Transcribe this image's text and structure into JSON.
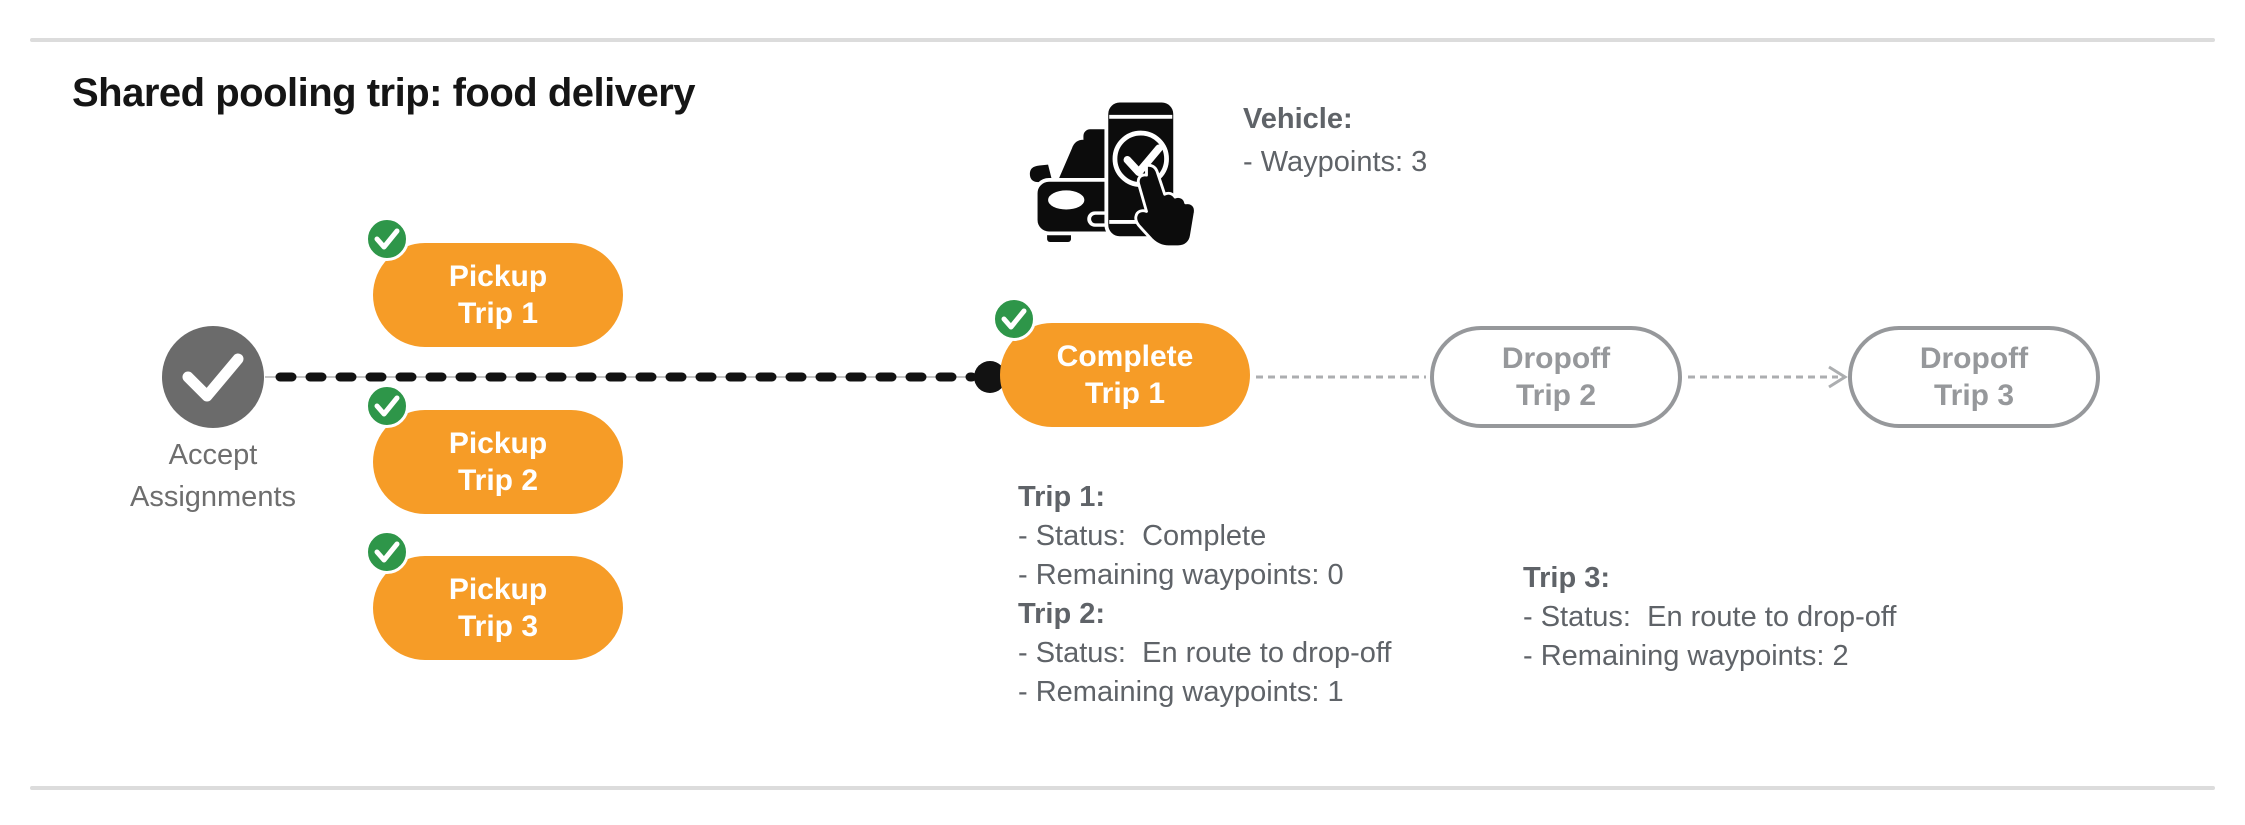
{
  "title": "Shared pooling trip: food delivery",
  "colors": {
    "orange": "#F69C27",
    "green": "#2E9649",
    "node_gray": "#6B6B6B",
    "outline_gray": "#96989B",
    "text_gray": "#5F6368",
    "connector_gray": "#ACAEB0",
    "black": "#121212",
    "divider_gray": "#DCDCDC"
  },
  "vehicle": {
    "heading": "Vehicle:",
    "waypoints_line": "- Waypoints: 3"
  },
  "flow": {
    "start": {
      "line1": "Accept",
      "line2": "Assignments"
    },
    "pickups": [
      {
        "line1": "Pickup",
        "line2": "Trip 1"
      },
      {
        "line1": "Pickup",
        "line2": "Trip 2"
      },
      {
        "line1": "Pickup",
        "line2": "Trip 3"
      }
    ],
    "complete": {
      "line1": "Complete",
      "line2": "Trip 1"
    },
    "dropoffs": [
      {
        "line1": "Dropoff",
        "line2": "Trip 2"
      },
      {
        "line1": "Dropoff",
        "line2": "Trip 3"
      }
    ]
  },
  "status_blocks": [
    {
      "heading": "Trip 1:",
      "status_line": "- Status:  Complete",
      "waypoints_line": "- Remaining waypoints: 0"
    },
    {
      "heading": "Trip 2:",
      "status_line": "- Status:  En route to drop-off",
      "waypoints_line": "- Remaining waypoints: 1"
    },
    {
      "heading": "Trip 3:",
      "status_line": "- Status:  En route to drop-off",
      "waypoints_line": "- Remaining waypoints: 2"
    }
  ]
}
